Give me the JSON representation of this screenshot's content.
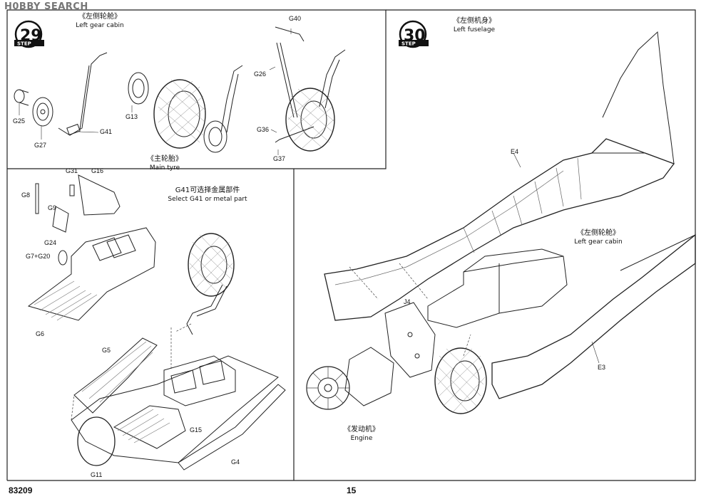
{
  "watermark": "H0BBY SEARCH",
  "steps": [
    {
      "number": "29",
      "tag": "STEP"
    },
    {
      "number": "30",
      "tag": "STEP"
    }
  ],
  "captions": {
    "left_gear_cabin_cn": "《左侧轮舱》",
    "left_gear_cabin_en": "Left gear cabin",
    "main_tyre_cn": "《主轮胎》",
    "main_tyre_en": "Main tyre",
    "select_g41_cn": "G41可选择金属部件",
    "select_g41_en": "Select G41 or metal part",
    "left_fuselage_cn": "《左侧机身》",
    "left_fuselage_en": "Left fuselage",
    "left_gear_cabin2_cn": "《左侧轮舱》",
    "left_gear_cabin2_en": "Left gear cabin",
    "engine_cn": "《发动机》",
    "engine_en": "Engine"
  },
  "parts": {
    "g40": "G40",
    "g26": "G26",
    "g36": "G36",
    "g37": "G37",
    "g13": "G13",
    "g25": "G25",
    "g27": "G27",
    "g41": "G41",
    "g31": "G31",
    "g16": "G16",
    "g8": "G8",
    "g9": "G9",
    "g24": "G24",
    "g7g20": "G7+G20",
    "g6": "G6",
    "g5": "G5",
    "g15": "G15",
    "g11": "G11",
    "g4": "G4",
    "e4": "E4",
    "e3": "E3",
    "j4": "J4"
  },
  "footer": {
    "kit_number": "83209",
    "page_number": "15"
  }
}
